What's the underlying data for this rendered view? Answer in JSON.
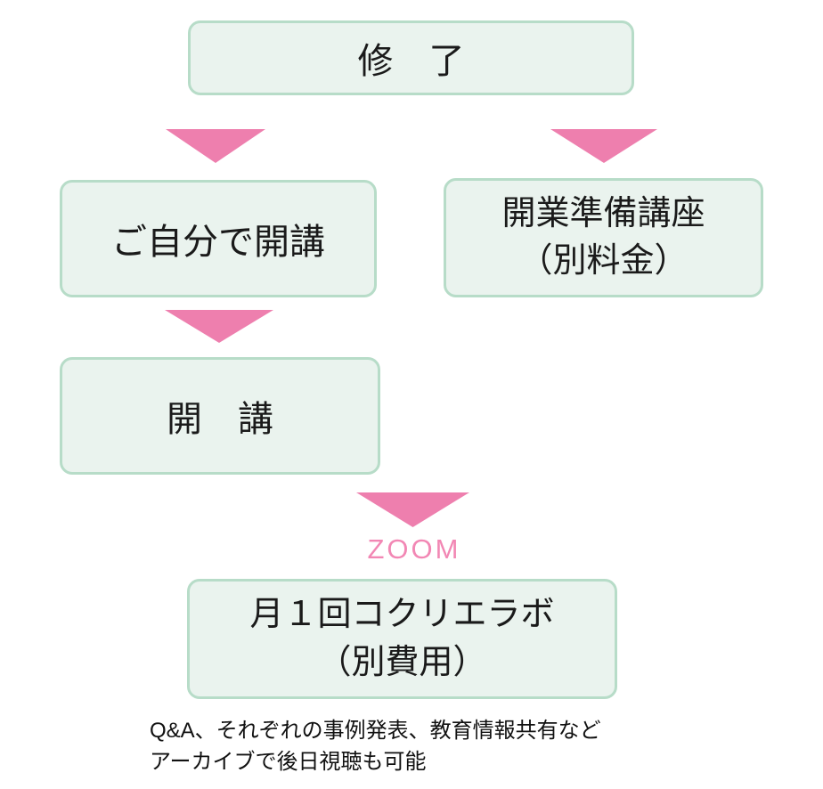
{
  "colors": {
    "box_fill": "#eaf3ee",
    "box_border": "#b7dcc8",
    "arrow_pink": "#ee7fae",
    "zoom_text_pink": "#f287b4",
    "body_text": "#1a1a1a"
  },
  "nodes": {
    "completion": {
      "label": "修　了"
    },
    "self_open": {
      "label": "ご自分で開講"
    },
    "prep_course": {
      "line1": "開業準備講座",
      "line2": "（別料金）"
    },
    "course_open": {
      "label": "開　講"
    },
    "lab": {
      "line1": "月１回コクリエラボ",
      "line2": "（別費用）"
    }
  },
  "zoom_label": "ZOOM",
  "footer": {
    "line1": "Q&A、それぞれの事例発表、教育情報共有など",
    "line2": "アーカイブで後日視聴も可能"
  }
}
